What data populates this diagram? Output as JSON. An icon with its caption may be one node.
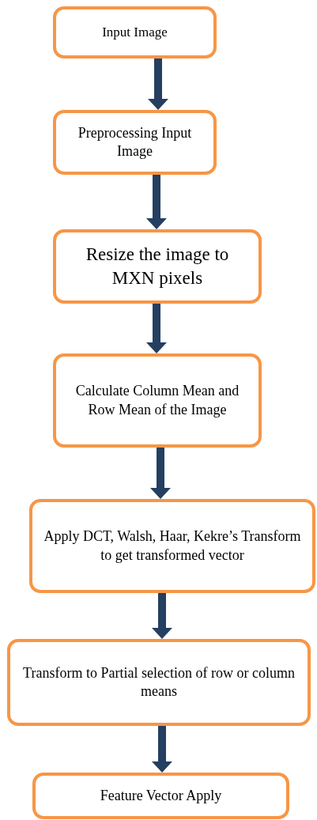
{
  "diagram": {
    "nodes": [
      {
        "text": [
          "Input Image"
        ]
      },
      {
        "text": [
          "Preprocessing Input Image"
        ]
      },
      {
        "text": [
          "Resize the image to MXN pixels"
        ]
      },
      {
        "text": [
          "Calculate Column Mean and Row Mean of the Image"
        ]
      },
      {
        "text": [
          "Apply DCT, Walsh, Haar, Kekre’s Transform to get transformed vector"
        ]
      },
      {
        "text": [
          "Transform to Partial selection of row or column means"
        ]
      },
      {
        "text": [
          "Feature Vector Apply"
        ]
      }
    ],
    "edges": [
      {
        "from": 0,
        "to": 1,
        "arrow": "to"
      },
      {
        "from": 1,
        "to": 2,
        "arrow": "to"
      },
      {
        "from": 2,
        "to": 3,
        "arrow": "to"
      },
      {
        "from": 3,
        "to": 4,
        "arrow": "to"
      },
      {
        "from": 4,
        "to": 5,
        "arrow": "to"
      },
      {
        "from": 5,
        "to": 6,
        "arrow": "to"
      }
    ]
  }
}
